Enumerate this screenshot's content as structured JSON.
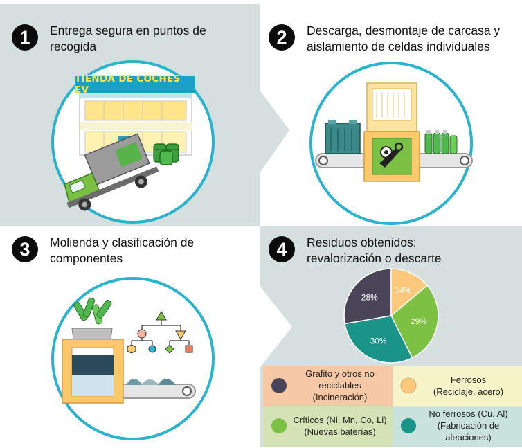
{
  "steps": [
    {
      "number": "1",
      "title_lines": [
        "Entrega segura en puntos de",
        "recogida"
      ]
    },
    {
      "number": "2",
      "title_lines": [
        "Descarga, desmontaje de carcasa y",
        "aislamiento de celdas individuales"
      ]
    },
    {
      "number": "3",
      "title_lines": [
        "Molienda y clasificación de",
        "componentes"
      ]
    },
    {
      "number": "4",
      "title_lines": [
        "Residuos obtenidos:",
        "revalorización o descarte"
      ]
    }
  ],
  "store_sign": "TIENDA DE COCHES EV",
  "colors": {
    "panel_bg": "#d5dfdf",
    "circle_ring": "#29b3cf",
    "graphite": "#4a4458",
    "ferrous": "#fbc87c",
    "critical": "#7cc143",
    "nonferrous": "#1a9488",
    "legend_orange_bg": "#f6c8a5",
    "legend_yellow_bg": "#f6f3c8",
    "legend_green_bg": "#d5e2b6",
    "legend_blue_bg": "#c9e2de"
  },
  "chart_data": {
    "type": "pie",
    "slices": [
      {
        "label": "Grafito y otros no reciclables",
        "value": 28,
        "display": "28%",
        "color": "#4a4458"
      },
      {
        "label": "Ferrosos",
        "value": 14,
        "display": "14%",
        "color": "#fbc87c"
      },
      {
        "label": "Críticos (Ni, Mn, Co, Li)",
        "value": 29,
        "display": "29%",
        "color": "#7cc143"
      },
      {
        "label": "No ferrosos (Cu, Al)",
        "value": 30,
        "display": "30%",
        "color": "#1a9488"
      }
    ]
  },
  "legend": [
    {
      "lines": [
        "Grafito y otros no",
        "reciclables",
        "(Incineración)"
      ],
      "color": "#4a4458"
    },
    {
      "lines": [
        "Ferrosos",
        "(Reciclaje, acero)"
      ],
      "color": "#fbc87c"
    },
    {
      "lines": [
        "Críticos (Ni, Mn, Co, Li)",
        "(Nuevas baterías)"
      ],
      "color": "#7cc143"
    },
    {
      "lines": [
        "No ferrosos (Cu, Al)",
        "(Fabricación de",
        "aleaciones)"
      ],
      "color": "#1a9488"
    }
  ]
}
